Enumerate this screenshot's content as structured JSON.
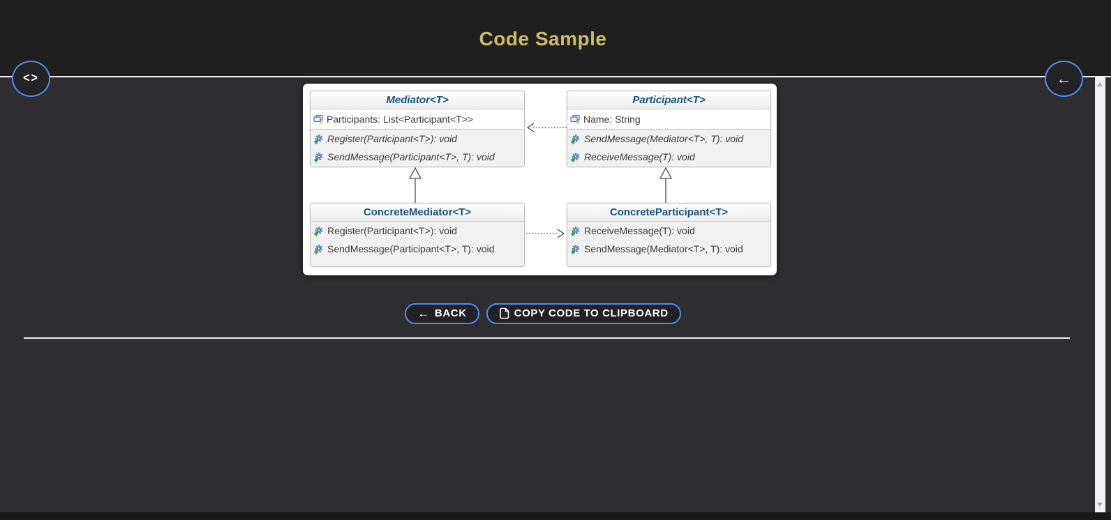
{
  "header": {
    "title": "Code Sample"
  },
  "floating": {
    "code_icon": "<>",
    "back_icon": "←"
  },
  "diagram": {
    "classes": [
      {
        "name": "Mediator<T>",
        "stereotype": "abstract",
        "fields": [
          "Participants: List<Participant<T>>"
        ],
        "methods": [
          "Register(Participant<T>): void",
          "SendMessage(Participant<T>, T): void"
        ]
      },
      {
        "name": "Participant<T>",
        "stereotype": "abstract",
        "fields": [
          "Name: String"
        ],
        "methods": [
          "SendMessage(Mediator<T>, T): void",
          "ReceiveMessage(T): void"
        ]
      },
      {
        "name": "ConcreteMediator<T>",
        "stereotype": "concrete",
        "fields": [],
        "methods": [
          "Register(Participant<T>): void",
          "SendMessage(Participant<T>, T): void"
        ]
      },
      {
        "name": "ConcreteParticipant<T>",
        "stereotype": "concrete",
        "fields": [],
        "methods": [
          "ReceiveMessage(T): void",
          "SendMessage(Mediator<T>, T): void"
        ]
      }
    ],
    "relations": [
      {
        "from": "ConcreteMediator<T>",
        "to": "Mediator<T>",
        "type": "inheritance"
      },
      {
        "from": "ConcreteParticipant<T>",
        "to": "Participant<T>",
        "type": "inheritance"
      },
      {
        "from": "Participant<T>",
        "to": "Mediator<T>",
        "type": "dependency"
      },
      {
        "from": "ConcreteMediator<T>",
        "to": "ConcreteParticipant<T>",
        "type": "dependency"
      }
    ]
  },
  "toolbar": {
    "back_icon": "←",
    "back_label": "BACK",
    "copy_label": "COPY CODE TO CLIPBOARD"
  },
  "colors": {
    "header_bg": "#1f1f20",
    "content_bg": "#2e2e30",
    "title_gold": "#cfbc63",
    "accent_blue": "#4d8ef7",
    "class_title_blue": "#15537c"
  }
}
